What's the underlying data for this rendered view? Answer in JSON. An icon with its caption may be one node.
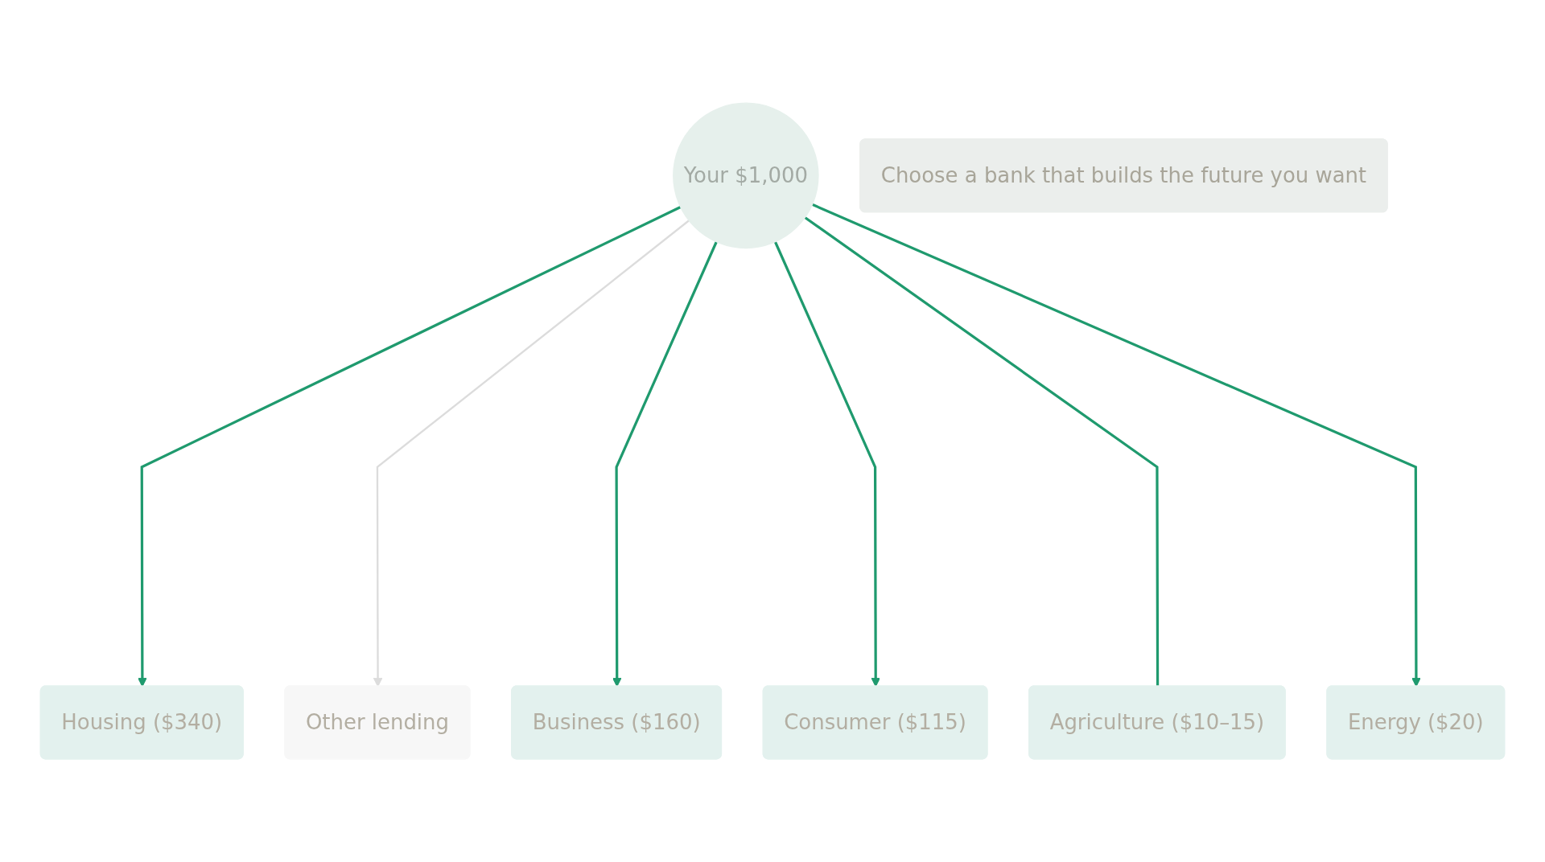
{
  "diagram": {
    "nodes": [
      {
        "text": [
          "Housing ($340)"
        ]
      },
      {
        "text": [
          "Other lending"
        ]
      },
      {
        "text": [
          "Business ($160)"
        ]
      },
      {
        "text": [
          "Your $1,000"
        ]
      },
      {
        "text": [
          "Consumer ($115)"
        ]
      },
      {
        "text": [
          "Agriculture ($10–15)"
        ]
      },
      {
        "text": [
          "Energy ($20)"
        ]
      },
      {
        "text": [
          "Choose a bank that builds the future you want"
        ]
      }
    ],
    "edges": [
      {
        "from": 3,
        "to": 0,
        "arrow": "to"
      },
      {
        "from": 3,
        "to": 1,
        "arrow": "to",
        "color": "#dcdcdc"
      },
      {
        "from": 3,
        "to": 2,
        "arrow": "to"
      },
      {
        "from": 3,
        "to": 4,
        "arrow": "to"
      },
      {
        "from": 3,
        "to": 5,
        "arrow": "none"
      },
      {
        "from": 3,
        "to": 6,
        "arrow": "to"
      }
    ]
  }
}
